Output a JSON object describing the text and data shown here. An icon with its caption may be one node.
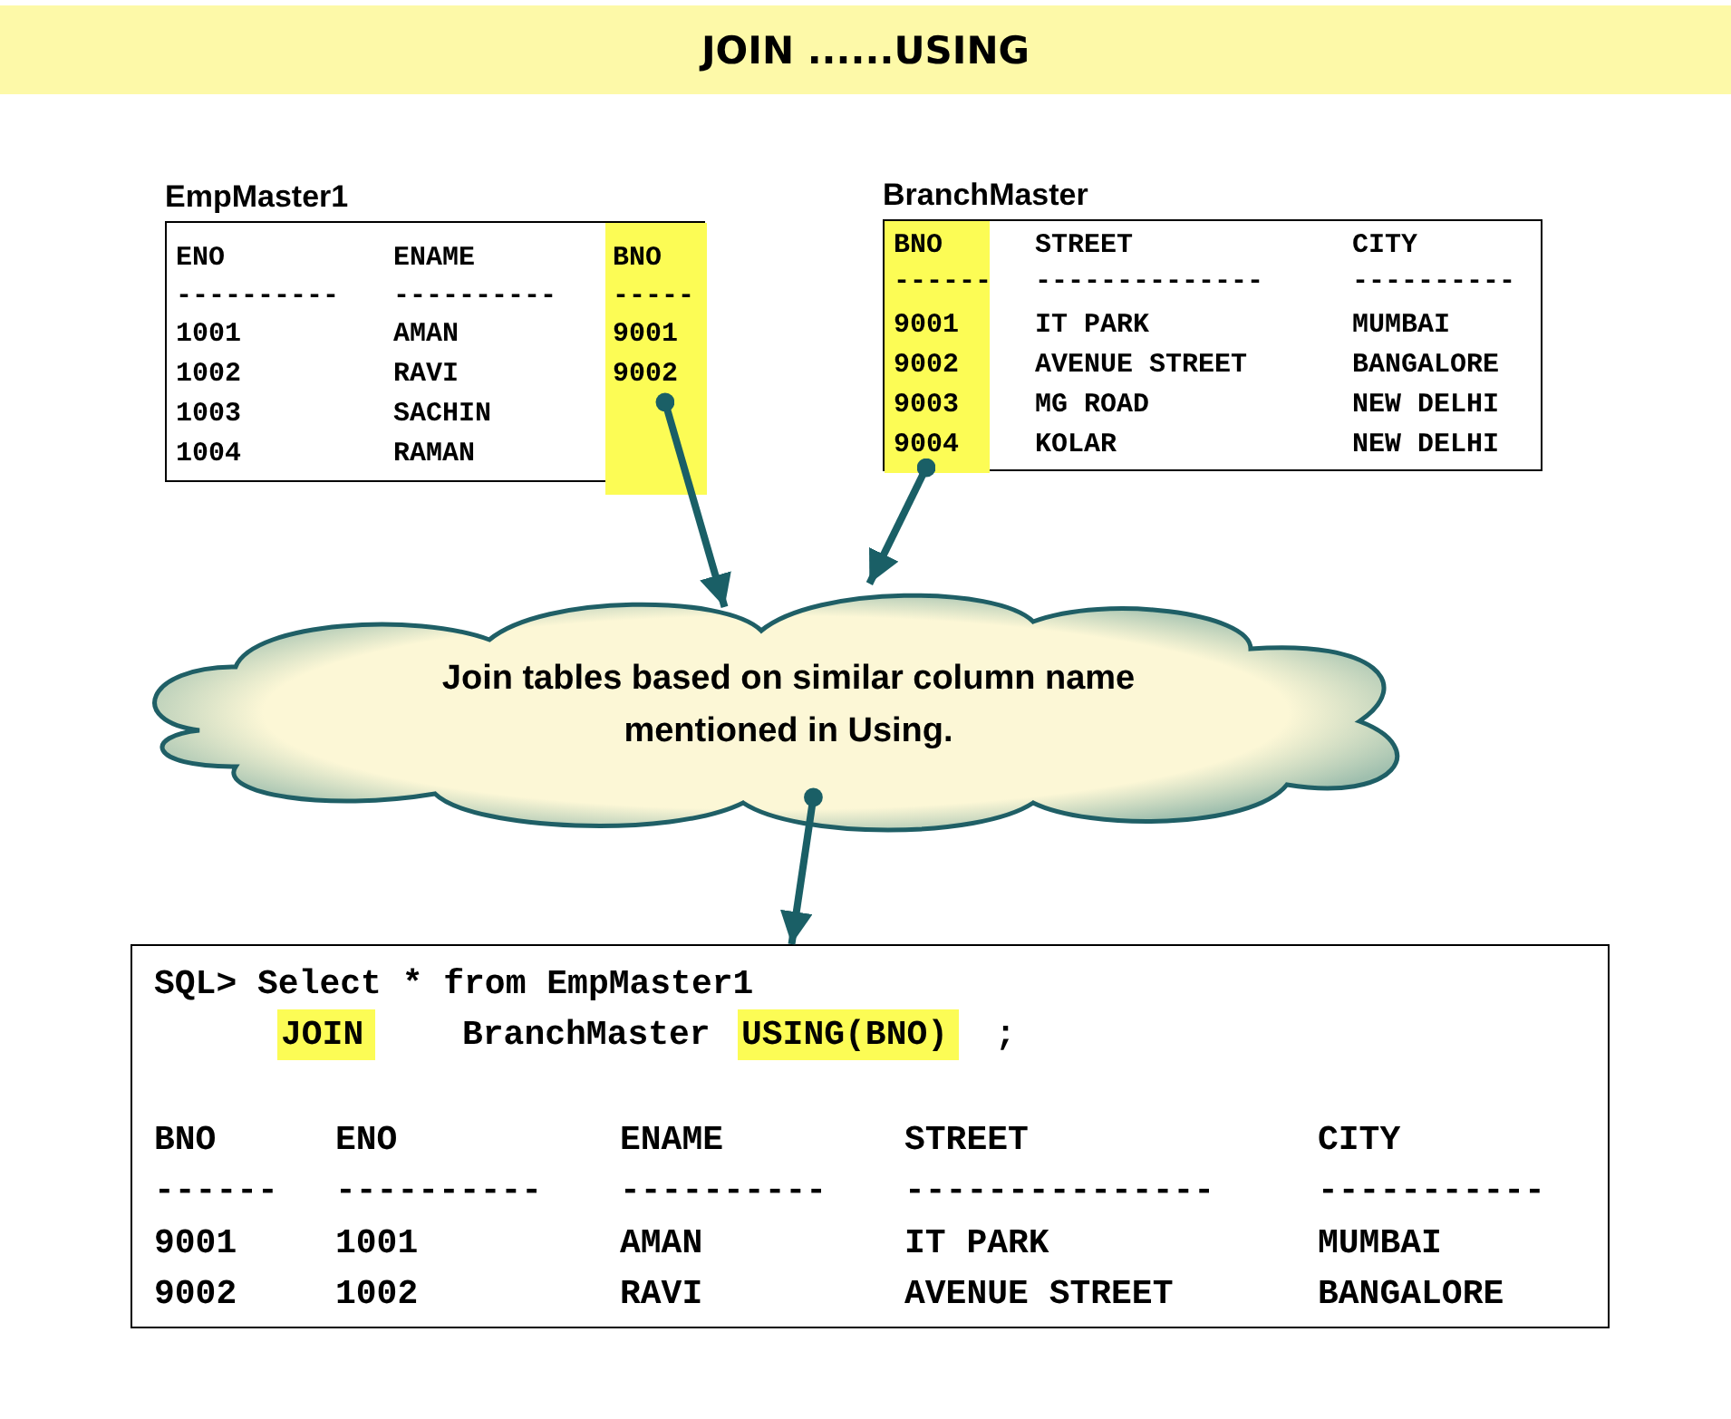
{
  "diagram": {
    "title": "JOIN ......USING",
    "nodes": [
      {
        "text": [
          "EmpMaster1",
          "ENO",
          "ENAME",
          "BNO",
          "----------",
          "----------",
          "-----",
          "1001",
          "AMAN",
          "9001",
          "1002",
          "RAVI",
          "9002",
          "1003",
          "SACHIN",
          "1004",
          "RAMAN"
        ]
      },
      {
        "text": [
          "BranchMaster",
          "BNO",
          "STREET",
          "CITY",
          "------",
          "--------------",
          "----------",
          "9001",
          "IT PARK",
          "MUMBAI",
          "9002",
          "AVENUE STREET",
          "BANGALORE",
          "9003",
          "MG ROAD",
          "NEW DELHI",
          "9004",
          "KOLAR",
          "NEW DELHI"
        ]
      },
      {
        "text": [
          "Join tables based on similar column name mentioned in Using."
        ]
      },
      {
        "text": [
          "SQL> Select * from EmpMaster1",
          "JOIN",
          "BranchMaster",
          "USING(BNO)",
          ";",
          "BNO",
          "ENO",
          "ENAME",
          "STREET",
          "CITY",
          "------",
          "----------",
          "----------",
          "---------------",
          "-----------",
          "9001",
          "1001",
          "AMAN",
          "IT PARK",
          "MUMBAI",
          "9002",
          "1002",
          "RAVI",
          "AVENUE STREET",
          "BANGALORE"
        ]
      }
    ],
    "edges": [
      {
        "from": 0,
        "to": 2,
        "arrow": "to"
      },
      {
        "from": 1,
        "to": 2,
        "arrow": "to"
      },
      {
        "from": 2,
        "to": 3,
        "arrow": "to"
      }
    ]
  }
}
